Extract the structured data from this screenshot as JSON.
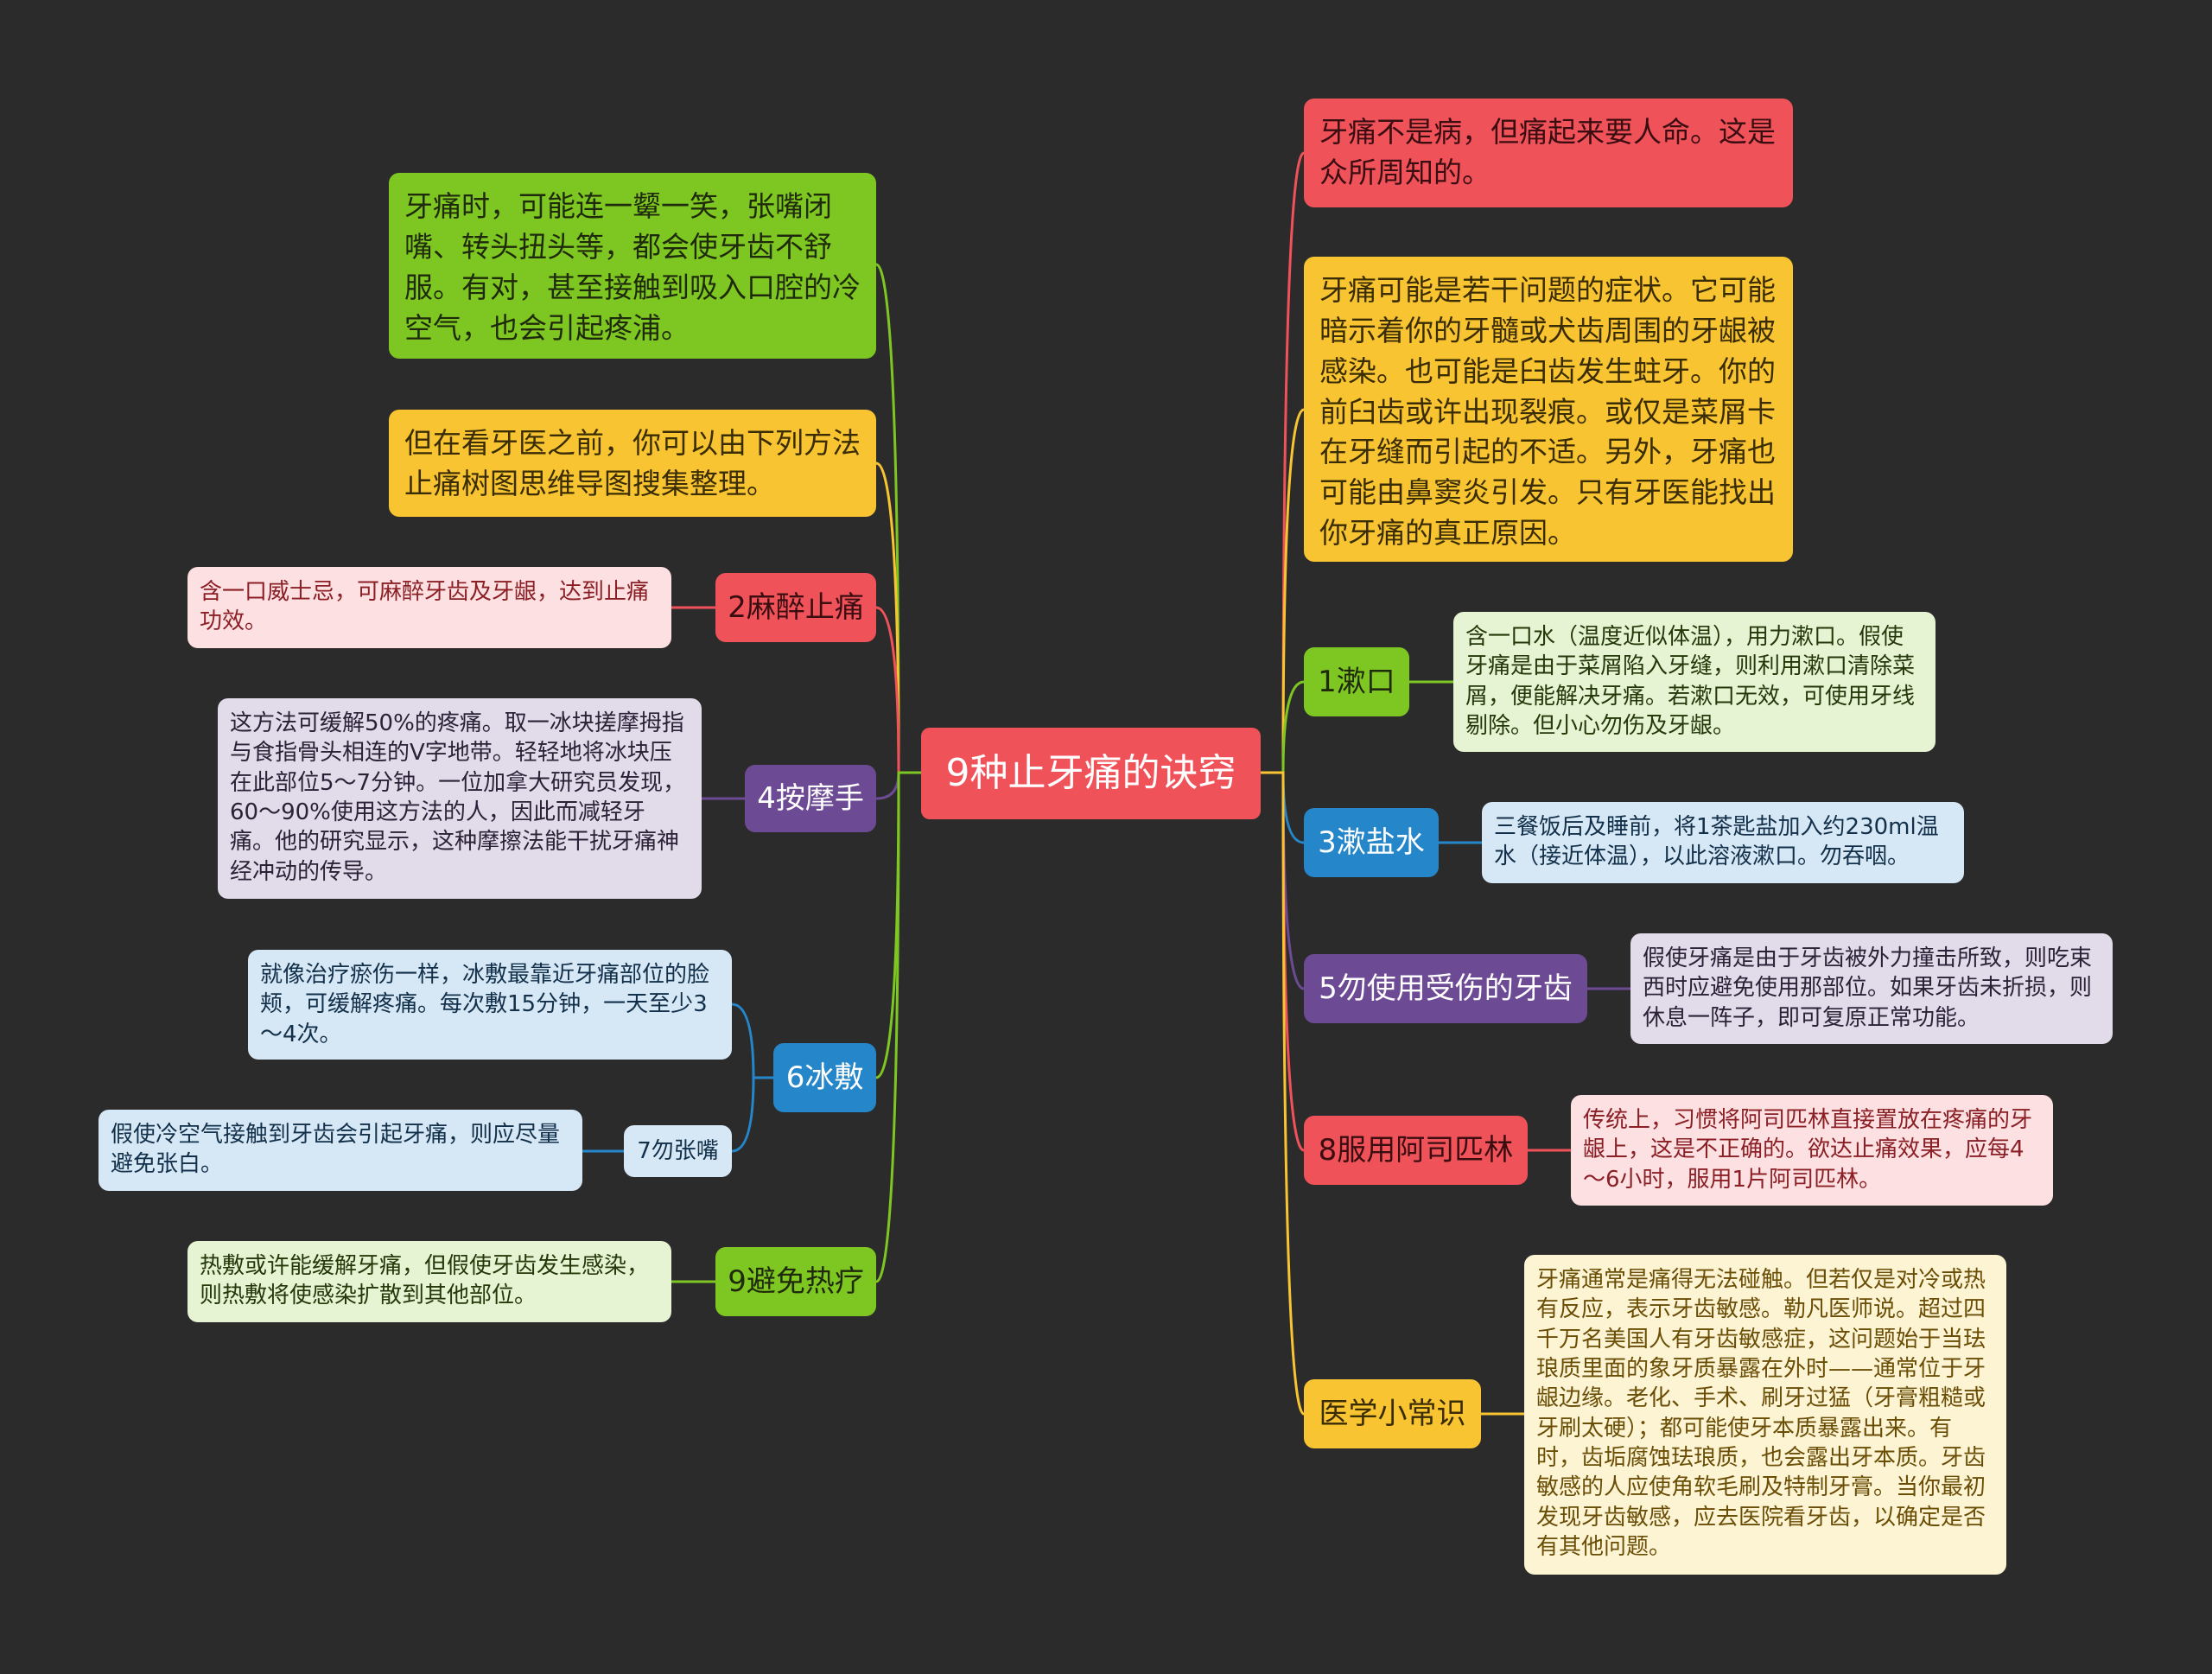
{
  "center": {
    "text": "9种止牙痛的诀窍",
    "color": "#f0525a"
  },
  "left": {
    "intro1": {
      "text": "牙痛时，可能连一颦一笑，张嘴闭嘴、转头扭头等，都会使牙齿不舒服。有对，甚至接触到吸入口腔的冷空气，也会引起疼浦。",
      "color": "#7ec722"
    },
    "intro2": {
      "text": "但在看牙医之前，你可以由下列方法止痛树图思维导图搜集整理。",
      "color": "#f8c431"
    },
    "b2": {
      "label": "2麻醉止痛",
      "detail": "含一口威士忌，可麻醉牙齿及牙龈，达到止痛功效。",
      "color": "#f0525a"
    },
    "b4": {
      "label": "4按摩手",
      "detail": "这方法可缓解50%的疼痛。取一冰块搓摩拇指与食指骨头相连的V字地带。轻轻地将冰块压在此部位5～7分钟。一位加拿大研究员发现，60～90%使用这方法的人，因此而减轻牙痛。他的研究显示，这种摩擦法能干扰牙痛神经冲动的传导。",
      "color": "#6d4b94"
    },
    "b6": {
      "label": "6冰敷",
      "detail": "就像治疗瘀伤一样，冰敷最靠近牙痛部位的脸颊，可缓解疼痛。每次敷15分钟，一天至少3～4次。",
      "color": "#2586c9"
    },
    "b7": {
      "label": "7勿张嘴",
      "detail": "假使冷空气接触到牙齿会引起牙痛，则应尽量避免张白。"
    },
    "b9": {
      "label": "9避免热疗",
      "detail": "热敷或许能缓解牙痛，但假使牙齿发生感染，则热敷将使感染扩散到其他部位。",
      "color": "#7ec722"
    }
  },
  "right": {
    "intro1": {
      "text": "牙痛不是病，但痛起来要人命。这是众所周知的。",
      "color": "#f0525a"
    },
    "intro2": {
      "text": "牙痛可能是若干问题的症状。它可能暗示着你的牙髓或犬齿周围的牙龈被感染。也可能是臼齿发生蛀牙。你的前臼齿或许出现裂痕。或仅是菜屑卡在牙缝而引起的不适。另外，牙痛也可能由鼻窦炎引发。只有牙医能找出你牙痛的真正原因。",
      "color": "#f8c431"
    },
    "b1": {
      "label": "1漱口",
      "detail": "含一口水（温度近似体温），用力漱口。假使牙痛是由于菜屑陷入牙缝，则利用漱口清除菜屑，便能解决牙痛。若漱口无效，可使用牙线剔除。但小心勿伤及牙龈。",
      "color": "#7ec722"
    },
    "b3": {
      "label": "3漱盐水",
      "detail": "三餐饭后及睡前，将1茶匙盐加入约230ml温水（接近体温），以此溶液漱口。勿吞咽。",
      "color": "#2586c9"
    },
    "b5": {
      "label": "5勿使用受伤的牙齿",
      "detail": "假使牙痛是由于牙齿被外力撞击所致，则吃束西时应避免使用那部位。如果牙齿未折损，则休息一阵子，即可复原正常功能。",
      "color": "#6d4b94"
    },
    "b8": {
      "label": "8服用阿司匹林",
      "detail": "传统上，习惯将阿司匹林直接置放在疼痛的牙龈上，这是不正确的。欲达止痛效果，应每4～6小时，服用1片阿司匹林。",
      "color": "#f0525a"
    },
    "tips": {
      "label": "医学小常识",
      "detail": "牙痛通常是痛得无法碰触。但若仅是对冷或热有反应，表示牙齿敏感。勒凡医师说。超过四千万名美国人有牙齿敏感症，这问题始于当珐琅质里面的象牙质暴露在外时——通常位于牙龈边缘。老化、手术、刷牙过猛（牙膏粗糙或牙刷太硬）；都可能使牙本质暴露出来。有时，齿垢腐蚀珐琅质，也会露出牙本质。牙齿敏感的人应使角软毛刷及特制牙膏。当你最初发现牙齿敏感，应去医院看牙齿，以确定是否有其他问题。",
      "color": "#f8c431"
    }
  }
}
